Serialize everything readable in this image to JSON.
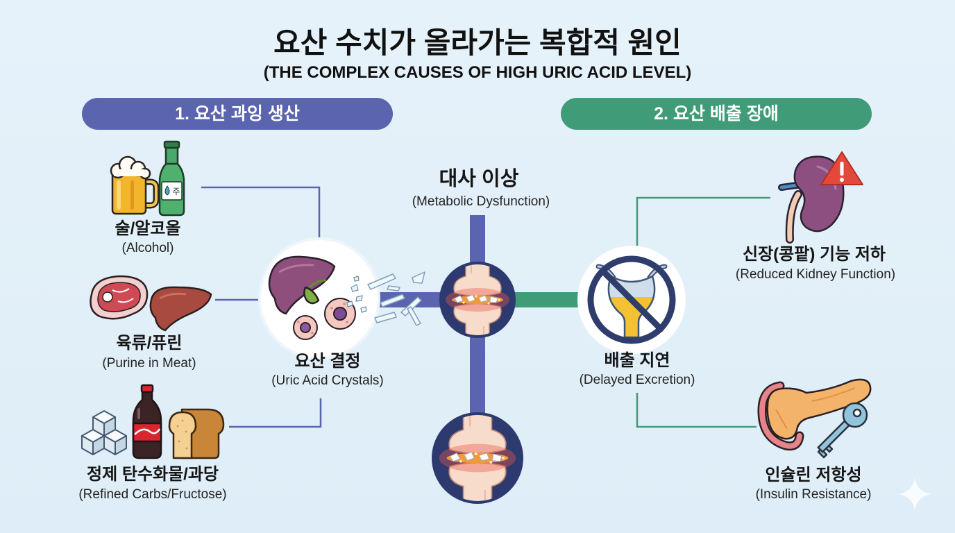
{
  "title": "요산 수치가 올라가는 복합적 원인",
  "subtitle": "(THE COMPLEX CAUSES OF HIGH URIC ACID LEVEL)",
  "colors": {
    "production": "#5b64ae",
    "excretion": "#3f9b78",
    "joint": "#2c3a70",
    "warning": "#e4483b"
  },
  "production": {
    "header": "1. 요산 과잉 생산",
    "causes": [
      {
        "label": "술/알코올",
        "sub": "(Alcohol)",
        "icon": "beer-and-soju-icon",
        "bottle_label": "주"
      },
      {
        "label": "육류/퓨린",
        "sub": "(Purine in Meat)",
        "icon": "steak-and-liver-icon"
      },
      {
        "label": "정제 탄수화물/과당",
        "sub": "(Refined Carbs/Fructose)",
        "icon": "sugar-cola-bread-icon"
      }
    ],
    "result": {
      "label": "요산 결정",
      "sub": "(Uric Acid Crystals)",
      "icon": "liver-cells-crystals-icon"
    }
  },
  "center": {
    "label": "대사 이상",
    "sub": "(Metabolic Dysfunction)",
    "icon": "inflamed-joint-icon"
  },
  "excretion": {
    "header": "2. 요산 배출 장애",
    "result": {
      "label": "배출 지연",
      "sub": "(Delayed Excretion)",
      "icon": "blocked-bladder-icon"
    },
    "causes": [
      {
        "label": "신장(콩팥) 기능 저하",
        "sub": "(Reduced Kidney Function)",
        "icon": "kidney-warning-icon"
      },
      {
        "label": "인슐린 저항성",
        "sub": "(Insulin Resistance)",
        "icon": "pancreas-key-icon"
      }
    ]
  }
}
